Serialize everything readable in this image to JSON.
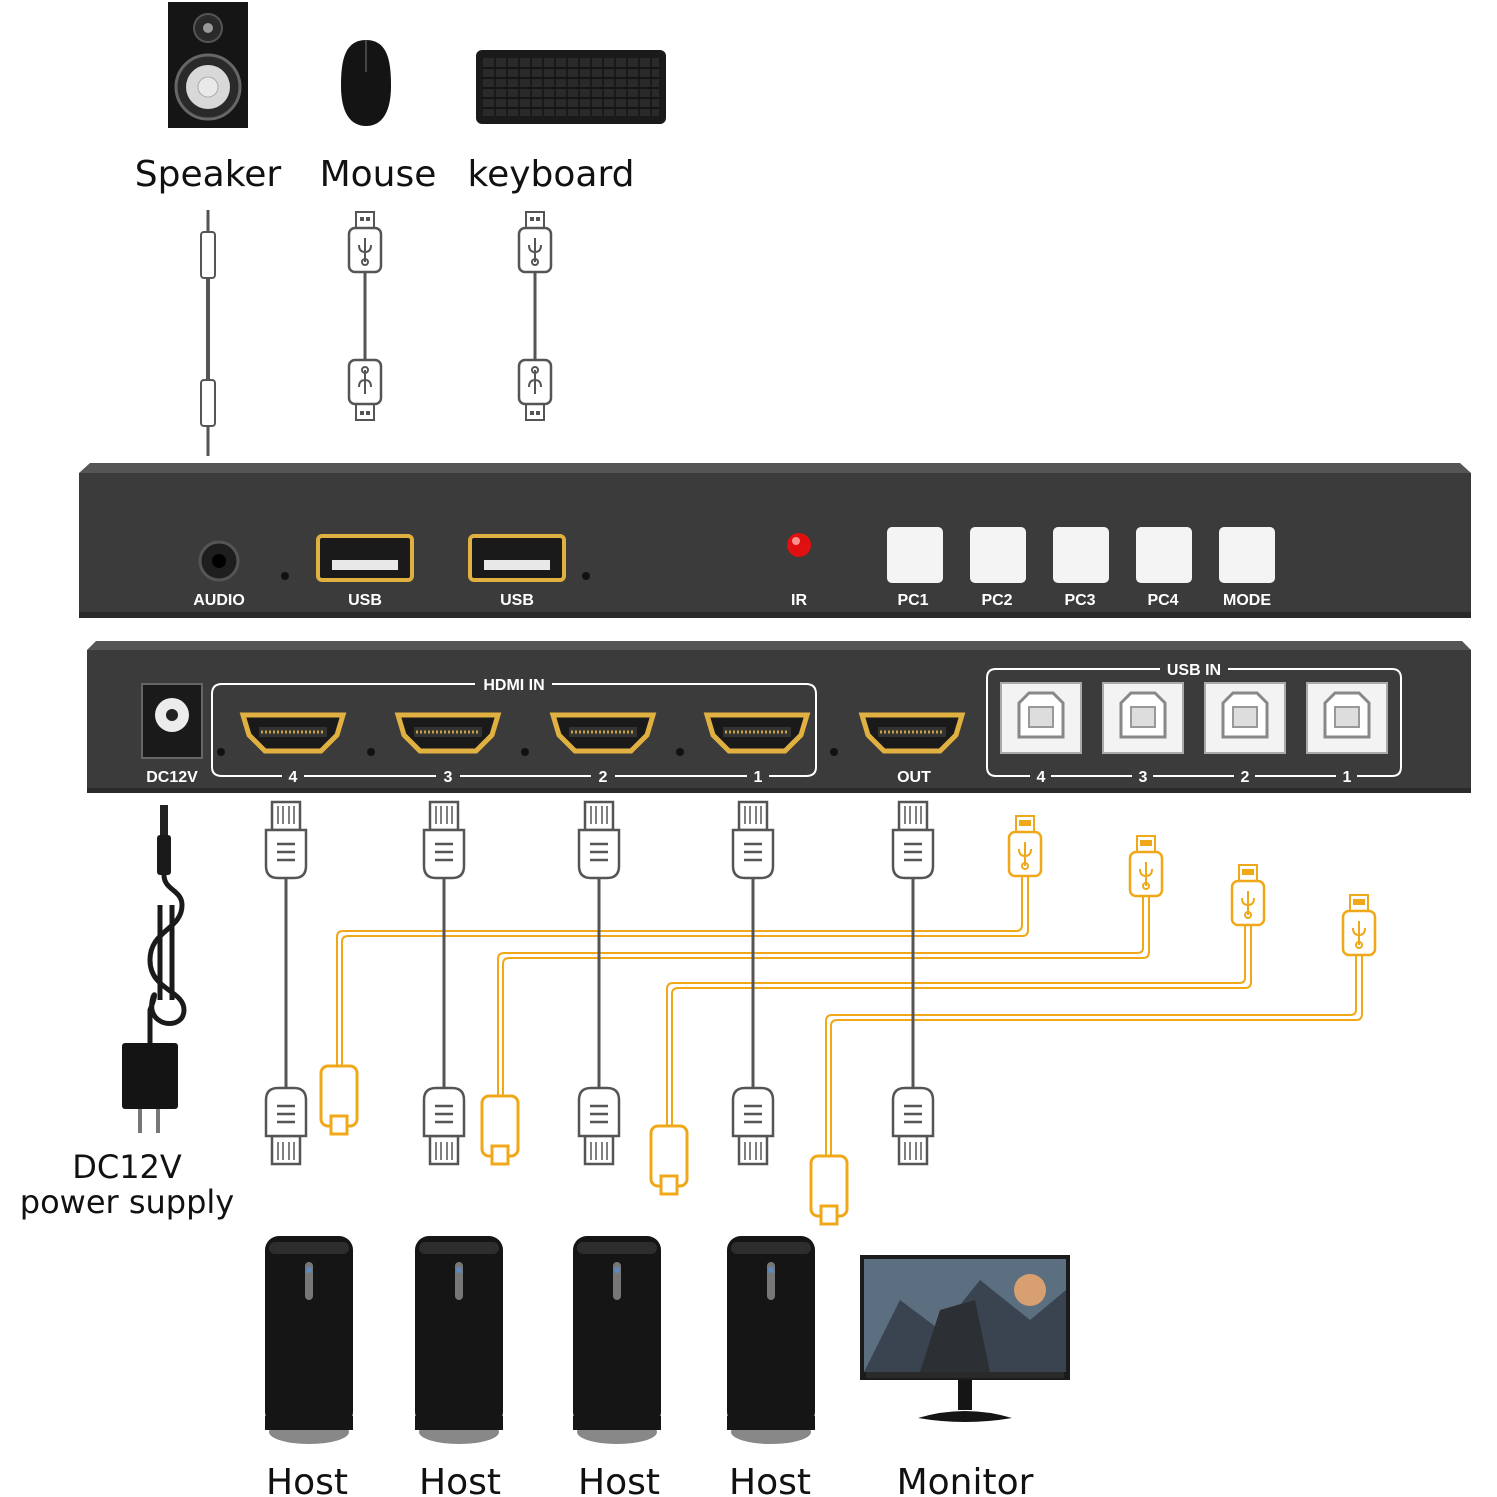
{
  "devices_top": {
    "speaker": "Speaker",
    "mouse": "Mouse",
    "keyboard": "keyboard"
  },
  "front_panel": {
    "audio": "AUDIO",
    "usb1": "USB",
    "usb2": "USB",
    "ir": "IR",
    "buttons": [
      "PC1",
      "PC2",
      "PC3",
      "PC4",
      "MODE"
    ]
  },
  "rear_panel": {
    "dc": "DC12V",
    "hdmi_in_title": "HDMI IN",
    "hdmi_in_ports": [
      "4",
      "3",
      "2",
      "1"
    ],
    "out": "OUT",
    "usb_in_title": "USB IN",
    "usb_in_ports": [
      "4",
      "3",
      "2",
      "1"
    ]
  },
  "devices_bottom": {
    "power_line1": "DC12V",
    "power_line2": "power supply",
    "hosts": [
      "Host",
      "Host",
      "Host",
      "Host"
    ],
    "monitor": "Monitor"
  },
  "colors": {
    "panel": "#3b3b3b",
    "usb_cable": "#f0a818",
    "port_gold": "#e0b040",
    "ir_led": "#e01010"
  }
}
